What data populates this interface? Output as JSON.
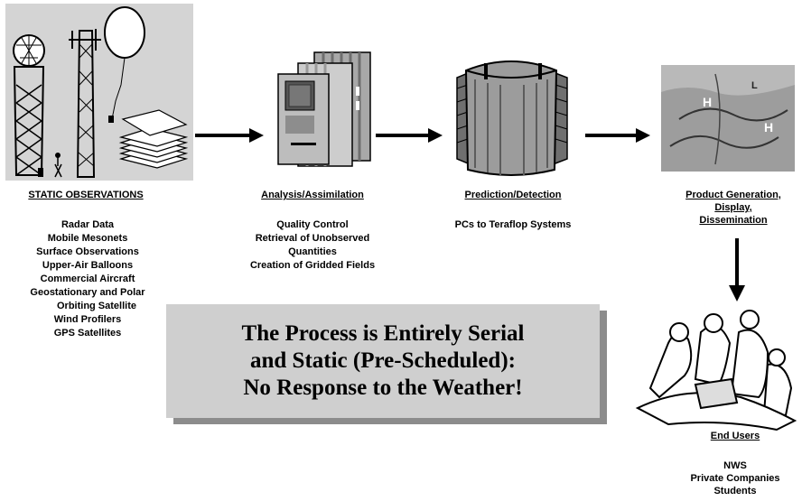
{
  "stages": [
    {
      "id": "static-observations",
      "title": "STATIC OBSERVATIONS",
      "items": [
        "Radar Data",
        "Mobile Mesonets",
        "Surface Observations",
        "Upper-Air Balloons",
        "Commercial Aircraft",
        "Geostationary and Polar",
        "Orbiting Satellite",
        "Wind Profilers",
        "GPS Satellites"
      ]
    },
    {
      "id": "analysis-assimilation",
      "title": "Analysis/Assimilation",
      "items": [
        "Quality Control",
        "Retrieval of Unobserved",
        "Quantities",
        "Creation of Gridded Fields"
      ]
    },
    {
      "id": "prediction-detection",
      "title": "Prediction/Detection",
      "items": [
        "PCs to Teraflop Systems"
      ]
    },
    {
      "id": "product-generation",
      "title_lines": [
        "Product Generation,",
        "Display,",
        "Dissemination"
      ],
      "items": []
    },
    {
      "id": "end-users",
      "title": "End Users",
      "items": [
        "NWS",
        "Private Companies",
        "Students"
      ]
    }
  ],
  "banner": {
    "lines": [
      "The Process is Entirely Serial",
      "and Static (Pre-Scheduled):",
      "No Response to the Weather!"
    ]
  },
  "illustrations": {
    "observations": "weather-instruments-icon",
    "analysis": "computer-tower-icon",
    "prediction": "supercomputer-icon",
    "product": "weather-map-icon",
    "users": "people-at-computer-icon"
  },
  "colors": {
    "banner_fill": "#cfcfcf",
    "banner_shadow": "#8c8c8c",
    "arrow": "#000000"
  }
}
